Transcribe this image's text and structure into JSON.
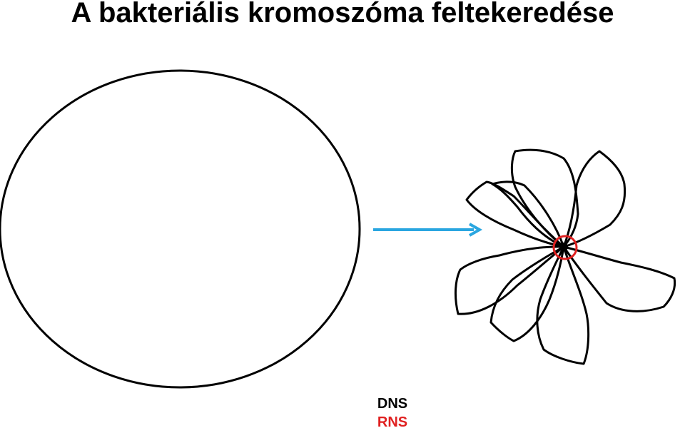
{
  "title": "A bakteriális kromoszóma feltekeredése",
  "legend": {
    "dna_label": "DNS",
    "rna_label": "RNS"
  },
  "colors": {
    "dna": "#000000",
    "rna": "#e02020",
    "arrow": "#2aa6e0"
  }
}
